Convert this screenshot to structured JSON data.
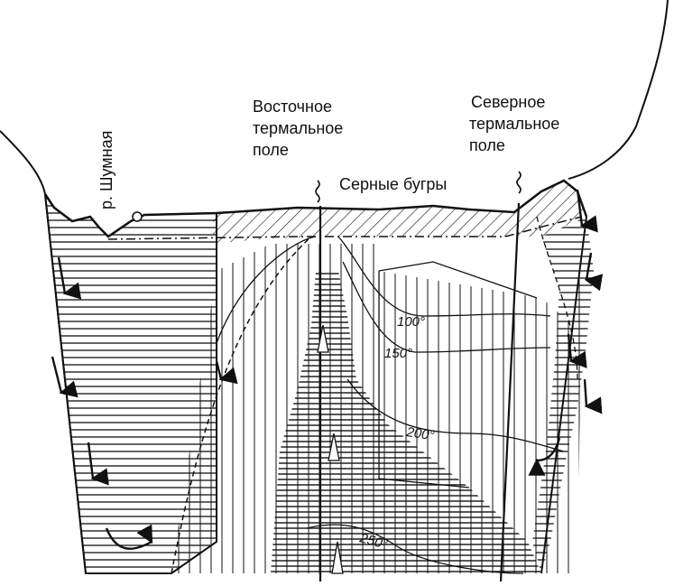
{
  "labels": {
    "river": "р. Шумная",
    "east_field_line1": "Восточное",
    "east_field_line2": "термальное",
    "east_field_line3": "поле",
    "north_field_line1": "Северное",
    "north_field_line2": "термальное",
    "north_field_line3": "поле",
    "sulfur_hills": "Серные бугры"
  },
  "isotherms": {
    "t100": "100°",
    "t150": "150°",
    "t200": "200°",
    "t250": "250°"
  },
  "colors": {
    "ink": "#111111",
    "paper": "#ffffff"
  }
}
